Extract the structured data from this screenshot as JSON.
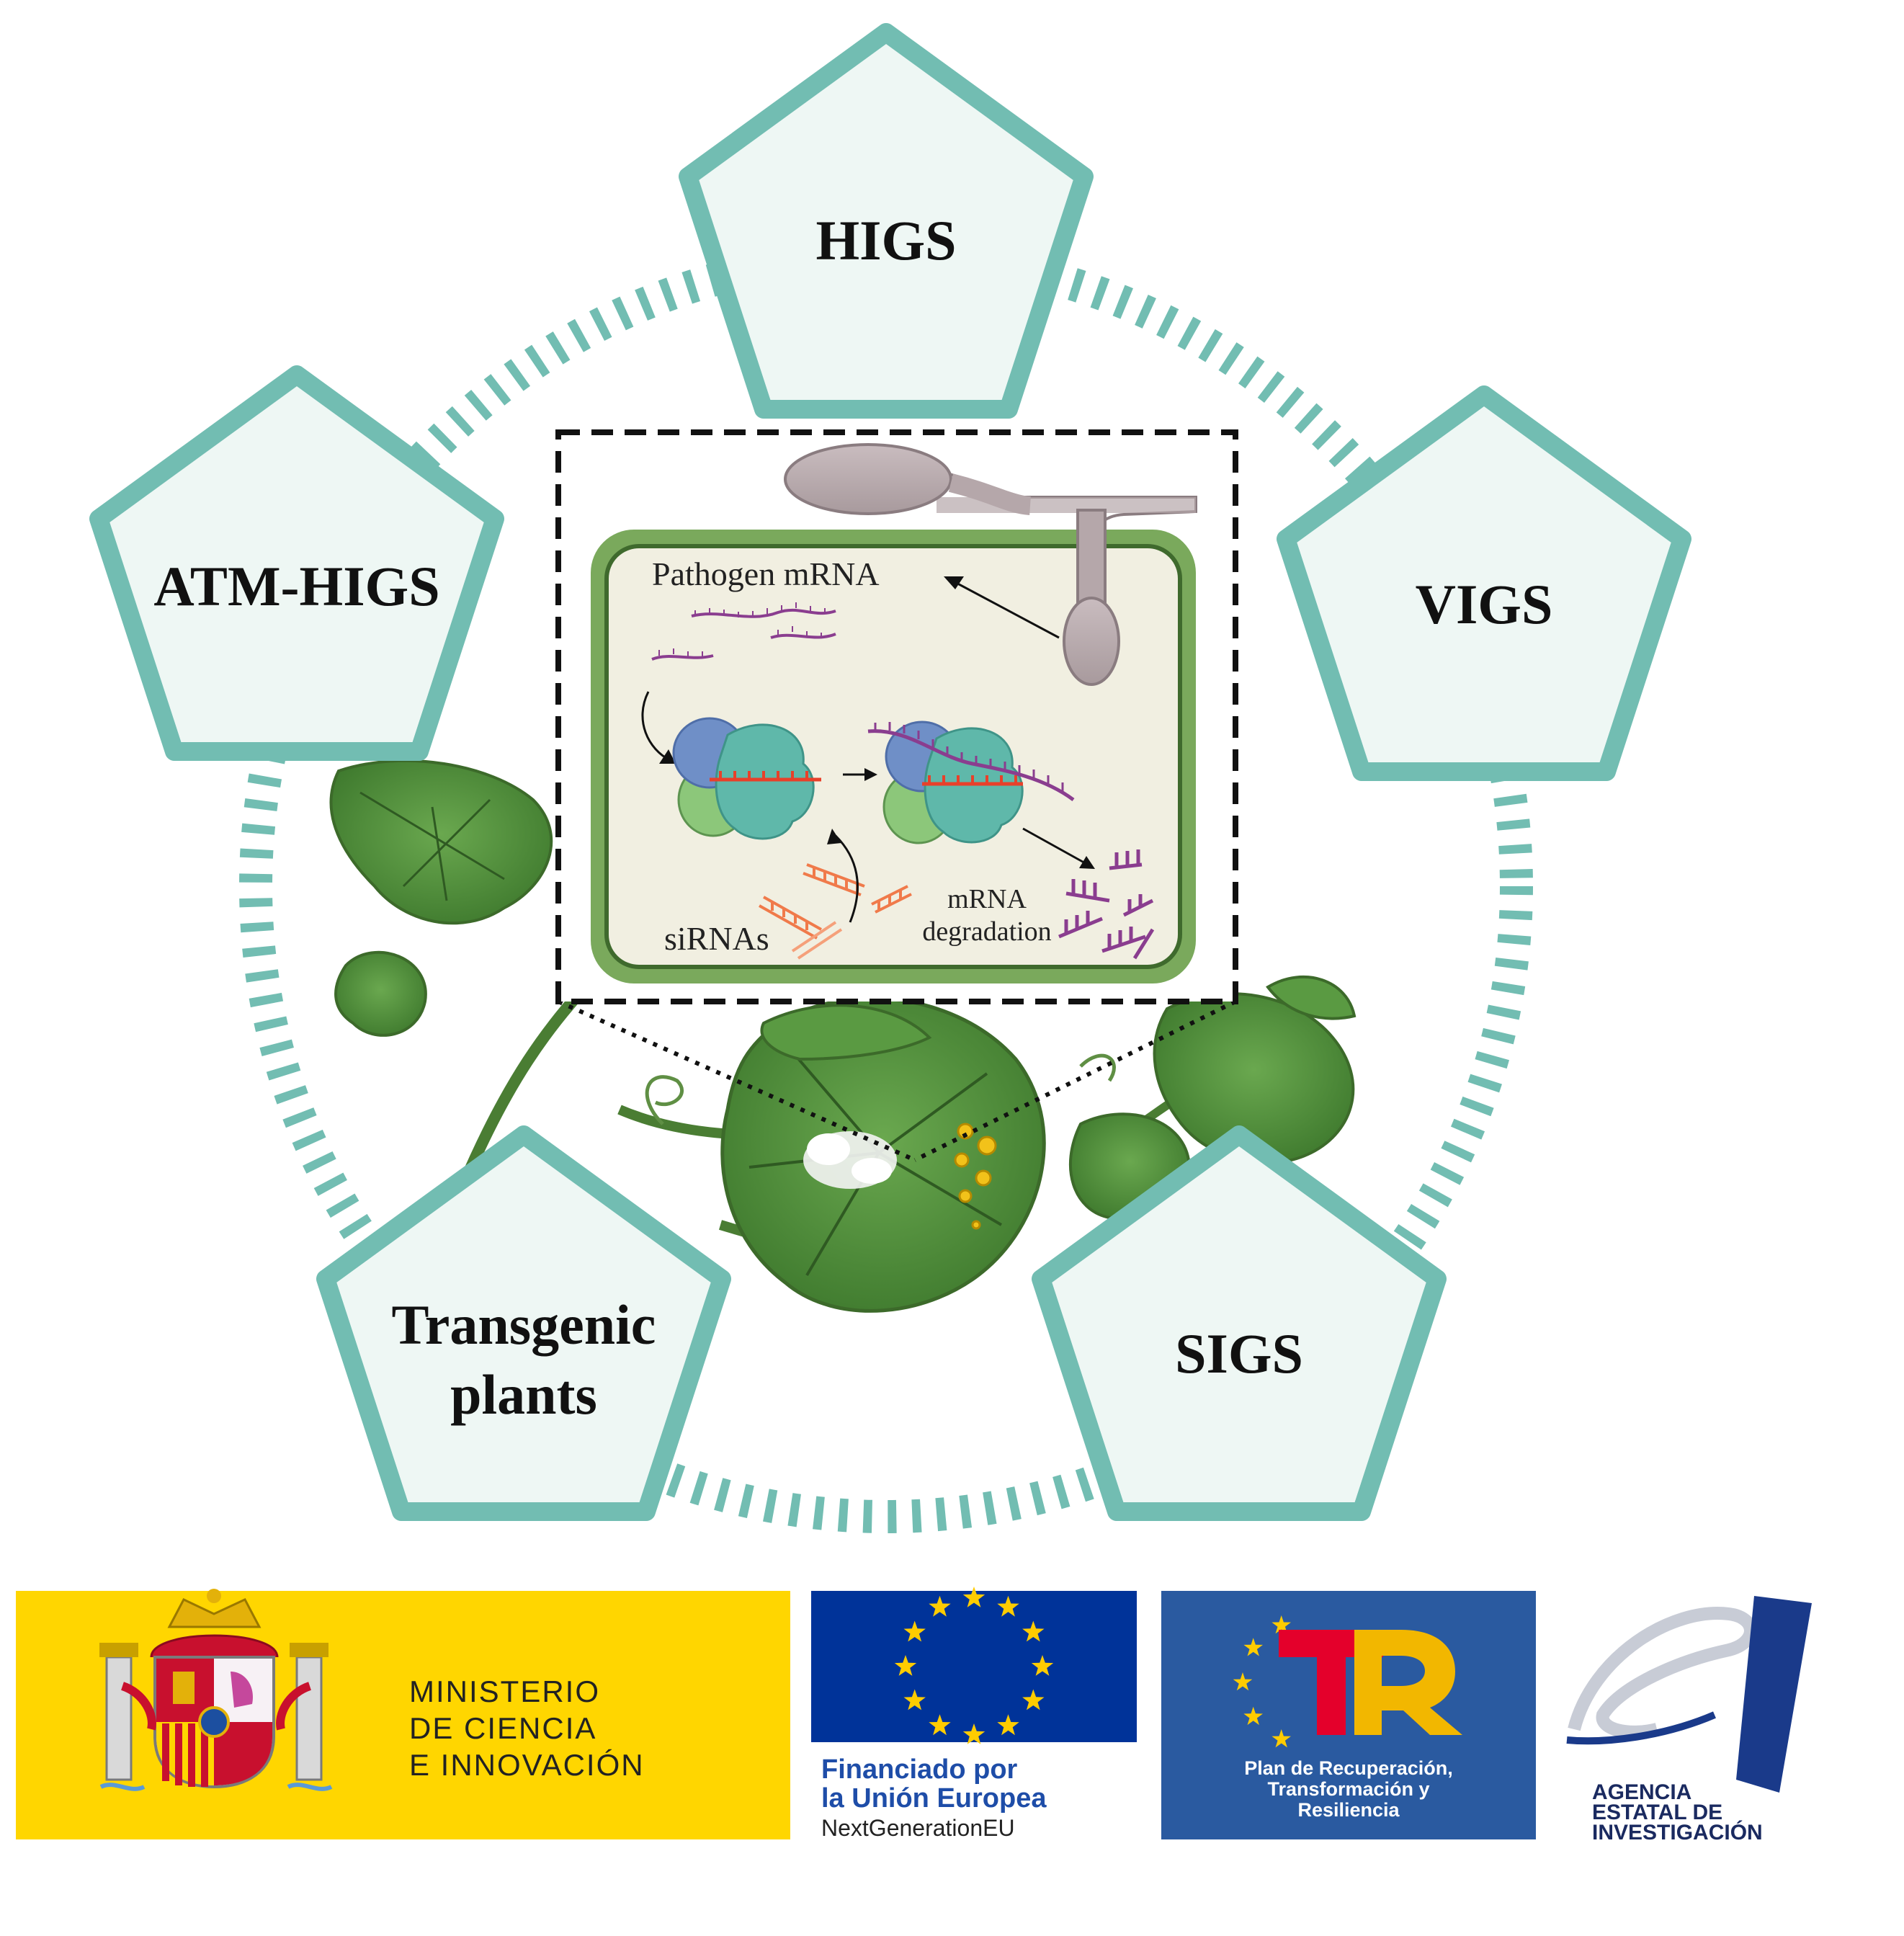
{
  "methods": [
    {
      "id": "higs",
      "label": "HIGS"
    },
    {
      "id": "vigs",
      "label": "VIGS"
    },
    {
      "id": "sigs",
      "label": "SIGS"
    },
    {
      "id": "transgenic",
      "label_line1": "Transgenic",
      "label_line2": "plants"
    },
    {
      "id": "atm-higs",
      "label": "ATM-HIGS"
    }
  ],
  "inset": {
    "pathogen_mrna": "Pathogen mRNA",
    "sirnas": "siRNAs",
    "mrna_line1": "mRNA",
    "mrna_line2": "degradation"
  },
  "logos": {
    "ministerio": {
      "line1": "MINISTERIO",
      "line2": "DE CIENCIA",
      "line3": "E INNOVACIÓN"
    },
    "eu": {
      "line1": "Financiado por",
      "line2": "la Unión Europea",
      "line3": "NextGenerationEU"
    },
    "prtr": {
      "line1": "Plan de Recuperación,",
      "line2": "Transformación y",
      "line3": "Resiliencia"
    },
    "aei": {
      "line1": "AGENCIA",
      "line2": "ESTATAL DE",
      "line3": "INVESTIGACIÓN"
    }
  },
  "colors": {
    "teal": "#72bdb2",
    "pentagon_fill": "#eef7f4",
    "leaf": "#4e8f3a",
    "cell_wall": "#7aa95c",
    "cell_fill": "#f1efe1",
    "spain_yellow": "#ffd600",
    "eu_blue": "#003399",
    "prtr_blue": "#2a5aa0",
    "sirna_orange": "#f07a4a",
    "mrna_purple": "#8a3d8f"
  }
}
